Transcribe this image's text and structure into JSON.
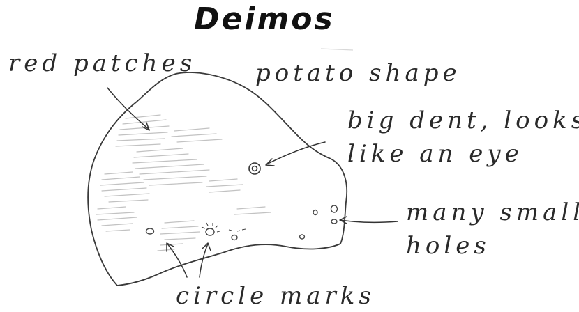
{
  "title": "Deimos",
  "labels": {
    "red_patches": "red patches",
    "potato_shape": "potato shape",
    "big_dent_line1": "big dent, looks",
    "big_dent_line2": "like an eye",
    "small_holes_line1": "many small",
    "small_holes_line2": "holes",
    "circle_marks": "circle marks"
  },
  "colors": {
    "ink": "#2a2a2a",
    "pencil": "#555555",
    "shading": "#b8b8b8"
  }
}
